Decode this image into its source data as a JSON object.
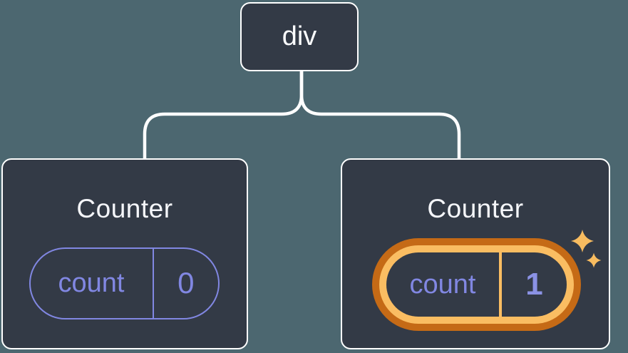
{
  "diagram": {
    "description": "React component tree diagram: a div parent with two Counter children, each holding a count state pill; the second Counter's state is highlighted",
    "colors": {
      "background": "#4C6770",
      "card_background": "#333A46",
      "card_border": "#FFFFFF",
      "connector_line": "#FFFFFF",
      "title_text": "#F5F6FA",
      "state_purple": "#8187E2",
      "state_value_purple_bold": "#8B92E5",
      "highlight_orange_dark": "#C56A16",
      "highlight_orange_light": "#FABD62",
      "sparkle_orange": "#F8BC60"
    },
    "tree": {
      "root": {
        "label": "div"
      },
      "children": [
        {
          "label": "Counter",
          "state": {
            "key": "count",
            "value": "0",
            "highlighted": false
          }
        },
        {
          "label": "Counter",
          "state": {
            "key": "count",
            "value": "1",
            "highlighted": true
          }
        }
      ]
    },
    "icons": [
      {
        "name": "sparkles-icon",
        "meaning": "state updated highlight"
      }
    ]
  }
}
